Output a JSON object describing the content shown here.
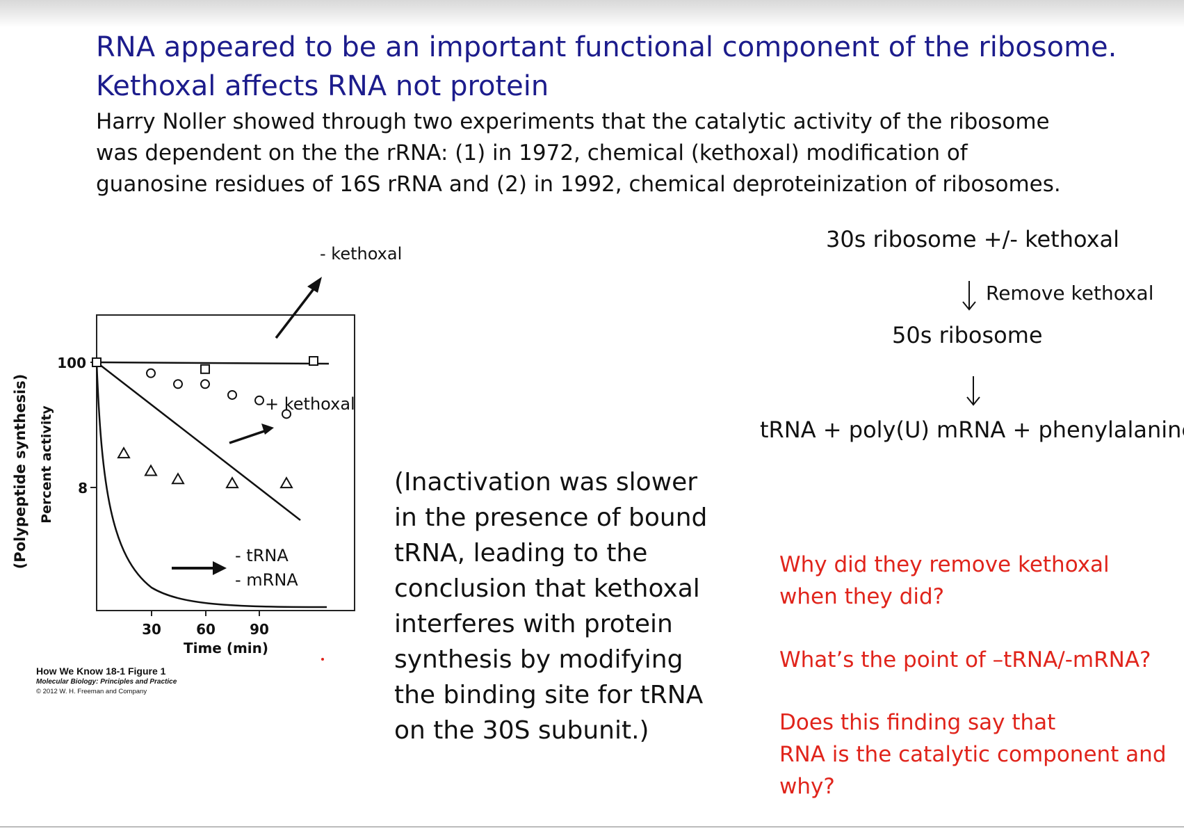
{
  "slide": {
    "title_line1": "RNA appeared to be an important functional component of the ribosome.",
    "title_line2": "Kethoxal affects RNA not protein",
    "intro_lines": [
      "Harry Noller showed through two experiments that the catalytic activity of the ribosome",
      "was dependent on the the rRNA: (1) in 1972, chemical (kethoxal) modification of",
      "guanosine residues of 16S rRNA and (2) in 1992, chemical deproteinization of ribosomes."
    ]
  },
  "figure": {
    "ylabel_outer": "(Polypeptide synthesis)",
    "ylabel_inner": "Percent activity",
    "xlabel": "Time (min)",
    "ytick_labels": [
      "100",
      "8"
    ],
    "xtick_labels": [
      "30",
      "60",
      "90"
    ],
    "annotations": {
      "minus_kethoxal": "- kethoxal",
      "plus_kethoxal": "+ kethoxal",
      "minus_trna": "- tRNA",
      "minus_mrna": "- mRNA"
    },
    "caption_title": "How We Know 18-1 Figure 1",
    "caption_book": "Molecular Biology: Principles and Practice",
    "caption_copyright": "© 2012 W. H. Freeman and Company"
  },
  "chart_data": {
    "type": "scatter",
    "xlabel": "Time (min)",
    "ylabel": "Percent activity (Polypeptide synthesis)",
    "xticks": [
      30,
      60,
      90
    ],
    "yticks": [
      100,
      8
    ],
    "series": [
      {
        "name": "- kethoxal",
        "marker": "square",
        "x": [
          0,
          60,
          120
        ],
        "y": [
          100,
          95,
          101
        ]
      },
      {
        "name": "+ kethoxal",
        "marker": "circle",
        "x": [
          30,
          45,
          60,
          75,
          90,
          105
        ],
        "y": [
          92,
          84,
          84,
          76,
          72,
          62
        ]
      },
      {
        "name": "- tRNA - mRNA",
        "marker": "triangle",
        "x": [
          15,
          30,
          45,
          75,
          105
        ],
        "y": [
          33,
          20,
          14,
          11,
          11
        ]
      }
    ]
  },
  "flow": {
    "step1": "30s ribosome +/- kethoxal",
    "step_arrow_label": "Remove kethoxal",
    "step2": "50s ribosome",
    "step3": "tRNA + poly(U) mRNA + phenylalanine"
  },
  "middle_text_lines": [
    "(Inactivation was slower",
    "in the presence of bound",
    "tRNA, leading to the",
    "conclusion that kethoxal",
    "interferes with protein",
    "synthesis by modifying",
    "the binding site for tRNA",
    "on the 30S subunit.)"
  ],
  "questions": {
    "q1_lines": [
      "Why did they remove kethoxal",
      "when they did?"
    ],
    "q2": "What’s the point of –tRNA/-mRNA?",
    "q3_lines": [
      "Does this finding say that",
      "RNA is the catalytic component and",
      "why?"
    ]
  },
  "colors": {
    "title": "#1c1c8c",
    "question": "#e0241b",
    "text": "#111111"
  }
}
